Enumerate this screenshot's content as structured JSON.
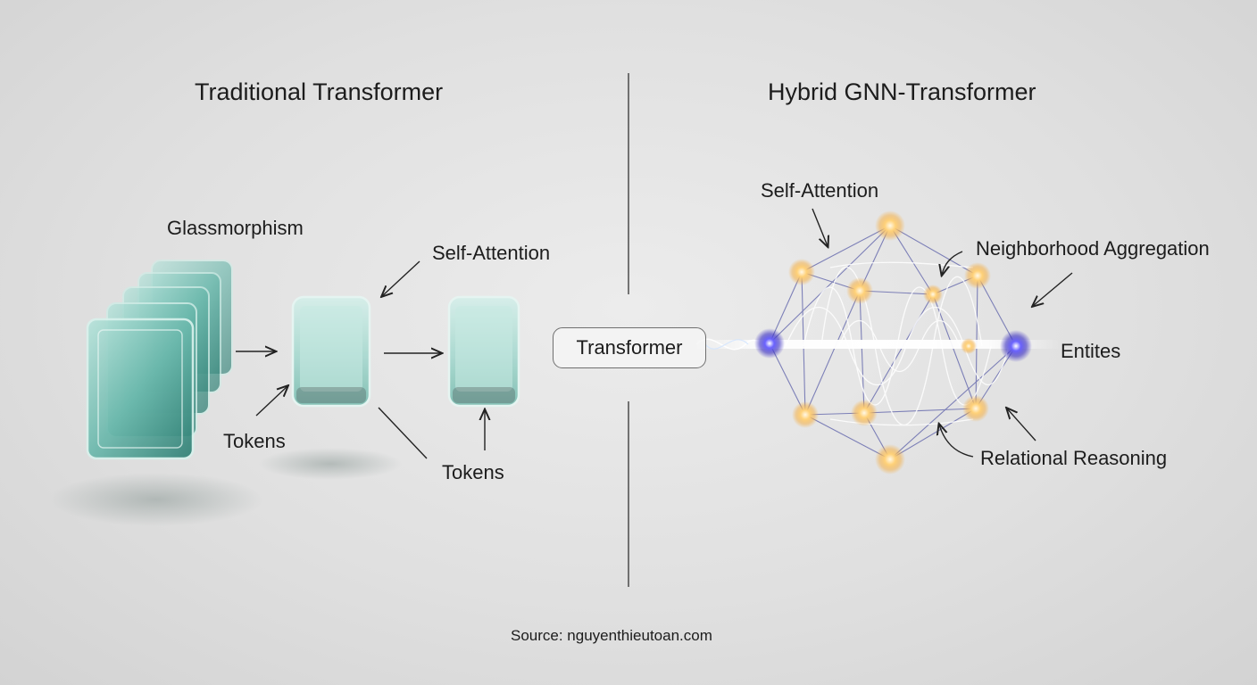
{
  "left_panel": {
    "title": "Traditional Transformer",
    "labels": {
      "glassmorphism": "Glassmorphism",
      "self_attention": "Self-Attention",
      "tokens_left": "Tokens",
      "tokens_right": "Tokens"
    }
  },
  "center": {
    "box_label": "Transformer"
  },
  "right_panel": {
    "title": "Hybrid GNN-Transformer",
    "labels": {
      "self_attention": "Self-Attention",
      "neighborhood_aggregation": "Neighborhood Aggregation",
      "entities": "Entites",
      "relational_reasoning": "Relational Reasoning"
    }
  },
  "footer": {
    "source": "Source: nguyenthieutoan.com"
  },
  "colors": {
    "glass_teal": "#5fb3a8",
    "node_glow": "#f6c46a",
    "entity_node": "#4a3fd1",
    "edge": "#5a5ea8"
  }
}
